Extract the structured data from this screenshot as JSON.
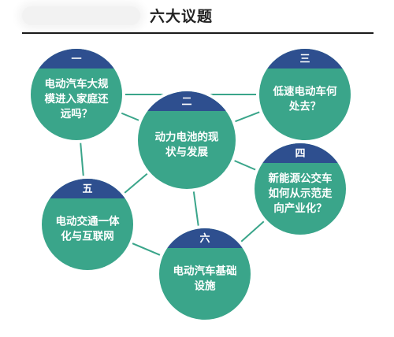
{
  "header": {
    "title": "六大议题"
  },
  "colors": {
    "circle_fill": "#3aa58a",
    "circle_border": "#ffffff",
    "cap_fill": "#2e4f8f",
    "connector": "#3aa58a",
    "text": "#ffffff",
    "rule": "#1a1a1a"
  },
  "topics": [
    {
      "number": "一",
      "lines": [
        "电动汽车大规",
        "模进入家庭还",
        "远吗？"
      ]
    },
    {
      "number": "二",
      "lines": [
        "动力电池的现",
        "状与发展"
      ]
    },
    {
      "number": "三",
      "lines": [
        "低速电动车何",
        "处去？"
      ]
    },
    {
      "number": "四",
      "lines": [
        "新能源公交车",
        "如何从示范走",
        "向产业化？"
      ]
    },
    {
      "number": "五",
      "lines": [
        "电动交通一体",
        "化与互联网"
      ]
    },
    {
      "number": "六",
      "lines": [
        "电动汽车基础",
        "设施"
      ]
    }
  ],
  "connections": [
    [
      0,
      1
    ],
    [
      0,
      2
    ],
    [
      0,
      4
    ],
    [
      1,
      2
    ],
    [
      1,
      3
    ],
    [
      1,
      4
    ],
    [
      1,
      5
    ],
    [
      2,
      3
    ],
    [
      3,
      5
    ],
    [
      4,
      5
    ]
  ]
}
